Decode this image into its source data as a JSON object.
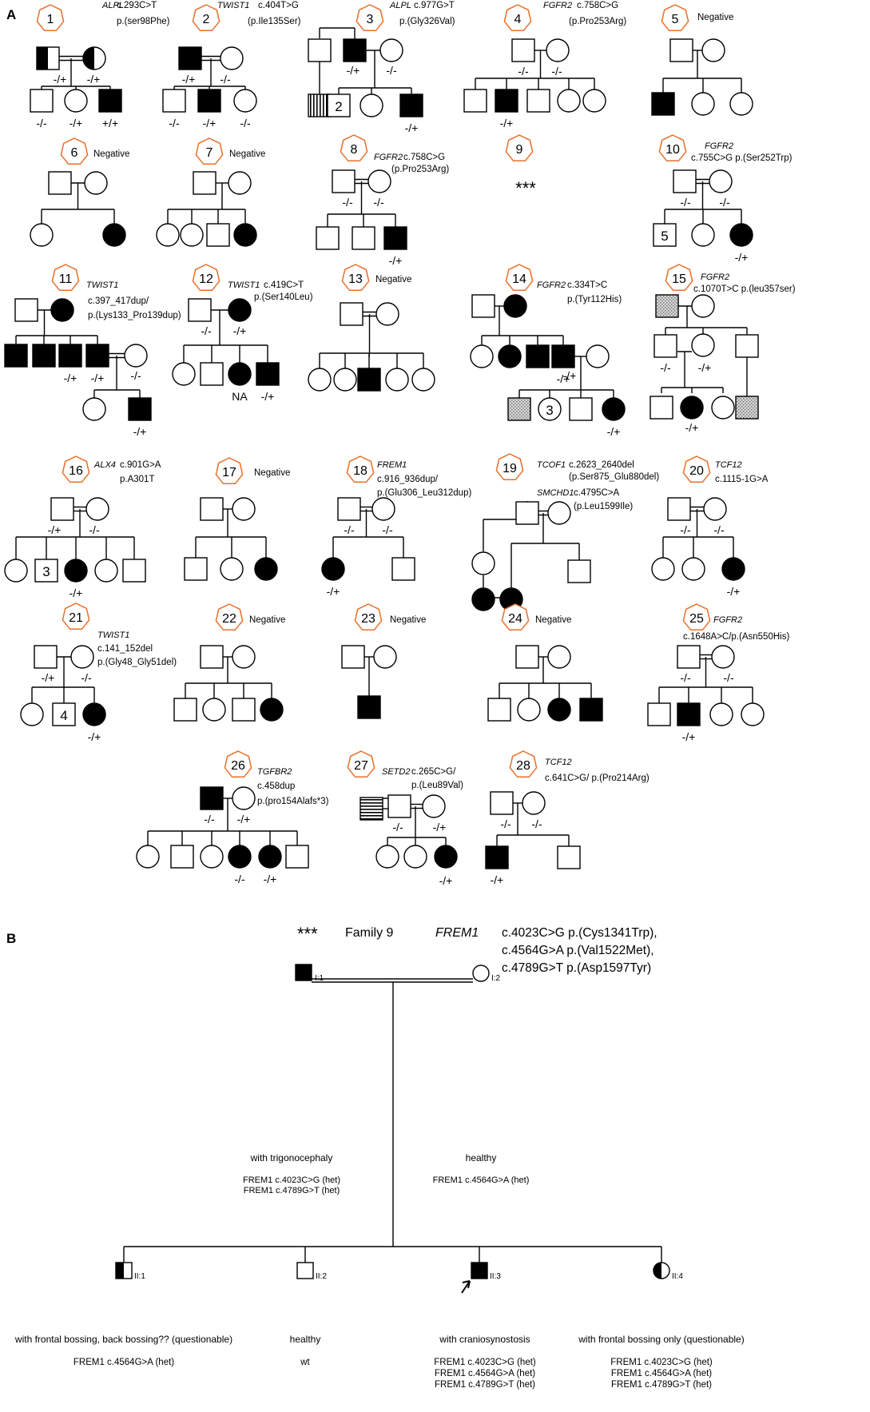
{
  "panels": {
    "a": "A",
    "b": "B"
  },
  "colors": {
    "hex_border": "#e8702a",
    "line": "#000000",
    "affected": "#000000",
    "stipple": "#b4b4b4"
  },
  "families": [
    {
      "num": "1",
      "gene": "ALPL",
      "var": [
        "c.293C>T",
        "p.(ser98Phe)"
      ]
    },
    {
      "num": "2",
      "gene": "TWIST1",
      "var": [
        "c.404T>G",
        "(p.Ile135Ser)"
      ]
    },
    {
      "num": "3",
      "gene": "ALPL",
      "var": [
        "c.977G>T",
        "p.(Gly326Val)"
      ]
    },
    {
      "num": "4",
      "gene": "FGFR2",
      "var": [
        "c.758C>G",
        "(p.Pro253Arg)"
      ]
    },
    {
      "num": "5",
      "gene": "",
      "var": [
        "Negative"
      ]
    },
    {
      "num": "6",
      "gene": "",
      "var": [
        "Negative"
      ]
    },
    {
      "num": "7",
      "gene": "",
      "var": [
        "Negative"
      ]
    },
    {
      "num": "8",
      "gene": "FGFR2",
      "var": [
        "c.758C>G",
        "(p.Pro253Arg)"
      ]
    },
    {
      "num": "9",
      "gene": "",
      "var": [
        "***"
      ]
    },
    {
      "num": "10",
      "gene": "FGFR2",
      "var": [
        "c.755C>G p.(Ser252Trp)"
      ]
    },
    {
      "num": "11",
      "gene": "TWIST1",
      "var": [
        "c.397_417dup/",
        "p.(Lys133_Pro139dup)"
      ]
    },
    {
      "num": "12",
      "gene": "TWIST1",
      "var": [
        "c.419C>T",
        "p.(Ser140Leu)"
      ]
    },
    {
      "num": "13",
      "gene": "",
      "var": [
        "Negative"
      ]
    },
    {
      "num": "14",
      "gene": "FGFR2",
      "var": [
        "c.334T>C",
        "p.(Tyr112His)"
      ]
    },
    {
      "num": "15",
      "gene": "FGFR2",
      "var": [
        "c.1070T>C p.(leu357ser)"
      ]
    },
    {
      "num": "16",
      "gene": "ALX4",
      "var": [
        "c.901G>A",
        "p.A301T"
      ]
    },
    {
      "num": "17",
      "gene": "",
      "var": [
        "Negative"
      ]
    },
    {
      "num": "18",
      "gene": "FREM1",
      "var": [
        "c.916_936dup/",
        "p.(Glu306_Leu312dup)"
      ]
    },
    {
      "num": "19",
      "gene": "TCOF1",
      "var": [
        "c.2623_2640del",
        "(p.Ser875_Glu880del)"
      ],
      "gene2": "SMCHD1",
      "var2": [
        "c.4795C>A",
        "(p.Leu1599Ile)"
      ]
    },
    {
      "num": "20",
      "gene": "TCF12",
      "var": [
        "c.1115-1G>A"
      ]
    },
    {
      "num": "21",
      "gene": "TWIST1",
      "var": [
        "c.141_152del",
        "p.(Gly48_Gly51del)"
      ]
    },
    {
      "num": "22",
      "gene": "",
      "var": [
        "Negative"
      ]
    },
    {
      "num": "23",
      "gene": "",
      "var": [
        "Negative"
      ]
    },
    {
      "num": "24",
      "gene": "",
      "var": [
        "Negative"
      ]
    },
    {
      "num": "25",
      "gene": "FGFR2",
      "var": [
        "c.1648A>C/p.(Asn550His)"
      ]
    },
    {
      "num": "26",
      "gene": "TGFBR2",
      "var": [
        "c.458dup",
        "p.(pro154Alafs*3)"
      ]
    },
    {
      "num": "27",
      "gene": "SETD2",
      "var": [
        "c.265C>G/",
        "p.(Leu89Val)"
      ]
    },
    {
      "num": "28",
      "gene": "TCF12",
      "var": [
        "c.641C>G/ p.(Pro214Arg)"
      ]
    }
  ],
  "genotype_labels": [
    "-/+",
    "-/-",
    "+/+",
    "NA"
  ],
  "sibling_counts": [
    "2",
    "3",
    "4",
    "5"
  ],
  "family9": {
    "stars": "***",
    "title": "Family 9",
    "gene": "FREM1",
    "variants": [
      "c.4023C>G p.(Cys1341Trp),",
      "c.4564G>A p.(Val1522Met),",
      "c.4789G>T p.(Asp1597Tyr)"
    ],
    "ids": {
      "I1": "I:1",
      "I2": "I:2",
      "II1": "II:1",
      "II2": "II:2",
      "II3": "II:3",
      "II4": "II:4"
    },
    "left_parent": {
      "status": "with trigonocephaly",
      "genotype": [
        "FREM1 c.4023C>G (het)",
        "FREM1 c.4789G>T (het)"
      ]
    },
    "right_parent": {
      "status": "healthy",
      "genotype": [
        "FREM1 c.4564G>A (het)"
      ]
    },
    "children": [
      {
        "status": "with frontal bossing, back bossing?? (questionable)",
        "genotype": [
          "FREM1 c.4564G>A (het)"
        ]
      },
      {
        "status": "healthy",
        "genotype": [
          "wt"
        ]
      },
      {
        "status": "with craniosynostosis",
        "genotype": [
          "FREM1 c.4023C>G (het)",
          "FREM1 c.4564G>A (het)",
          "FREM1 c.4789G>T (het)"
        ]
      },
      {
        "status": "with frontal bossing only (questionable)",
        "genotype": [
          "FREM1 c.4023C>G (het)",
          "FREM1 c.4564G>A (het)",
          "FREM1 c.4789G>T (het)"
        ]
      }
    ]
  }
}
